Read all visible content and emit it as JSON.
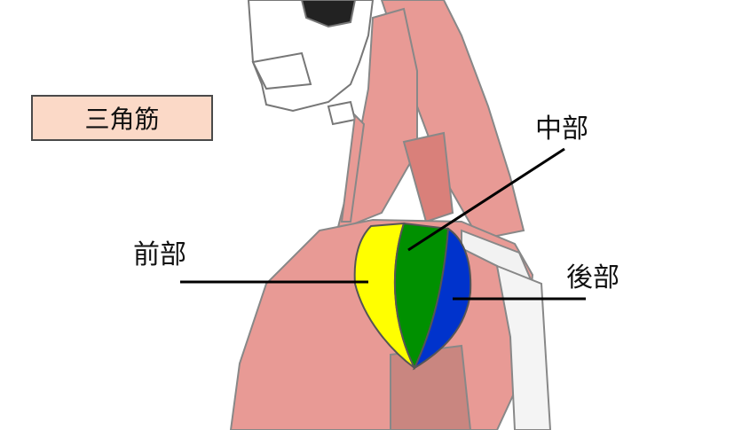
{
  "title": "三角筋",
  "labels": {
    "middle": "中部",
    "anterior": "前部",
    "posterior": "後部"
  },
  "colors": {
    "muscle": "#e89a95",
    "anterior": "#ffff00",
    "middle": "#009000",
    "posterior": "#0033cc",
    "title_bg": "#fbd9c7"
  }
}
